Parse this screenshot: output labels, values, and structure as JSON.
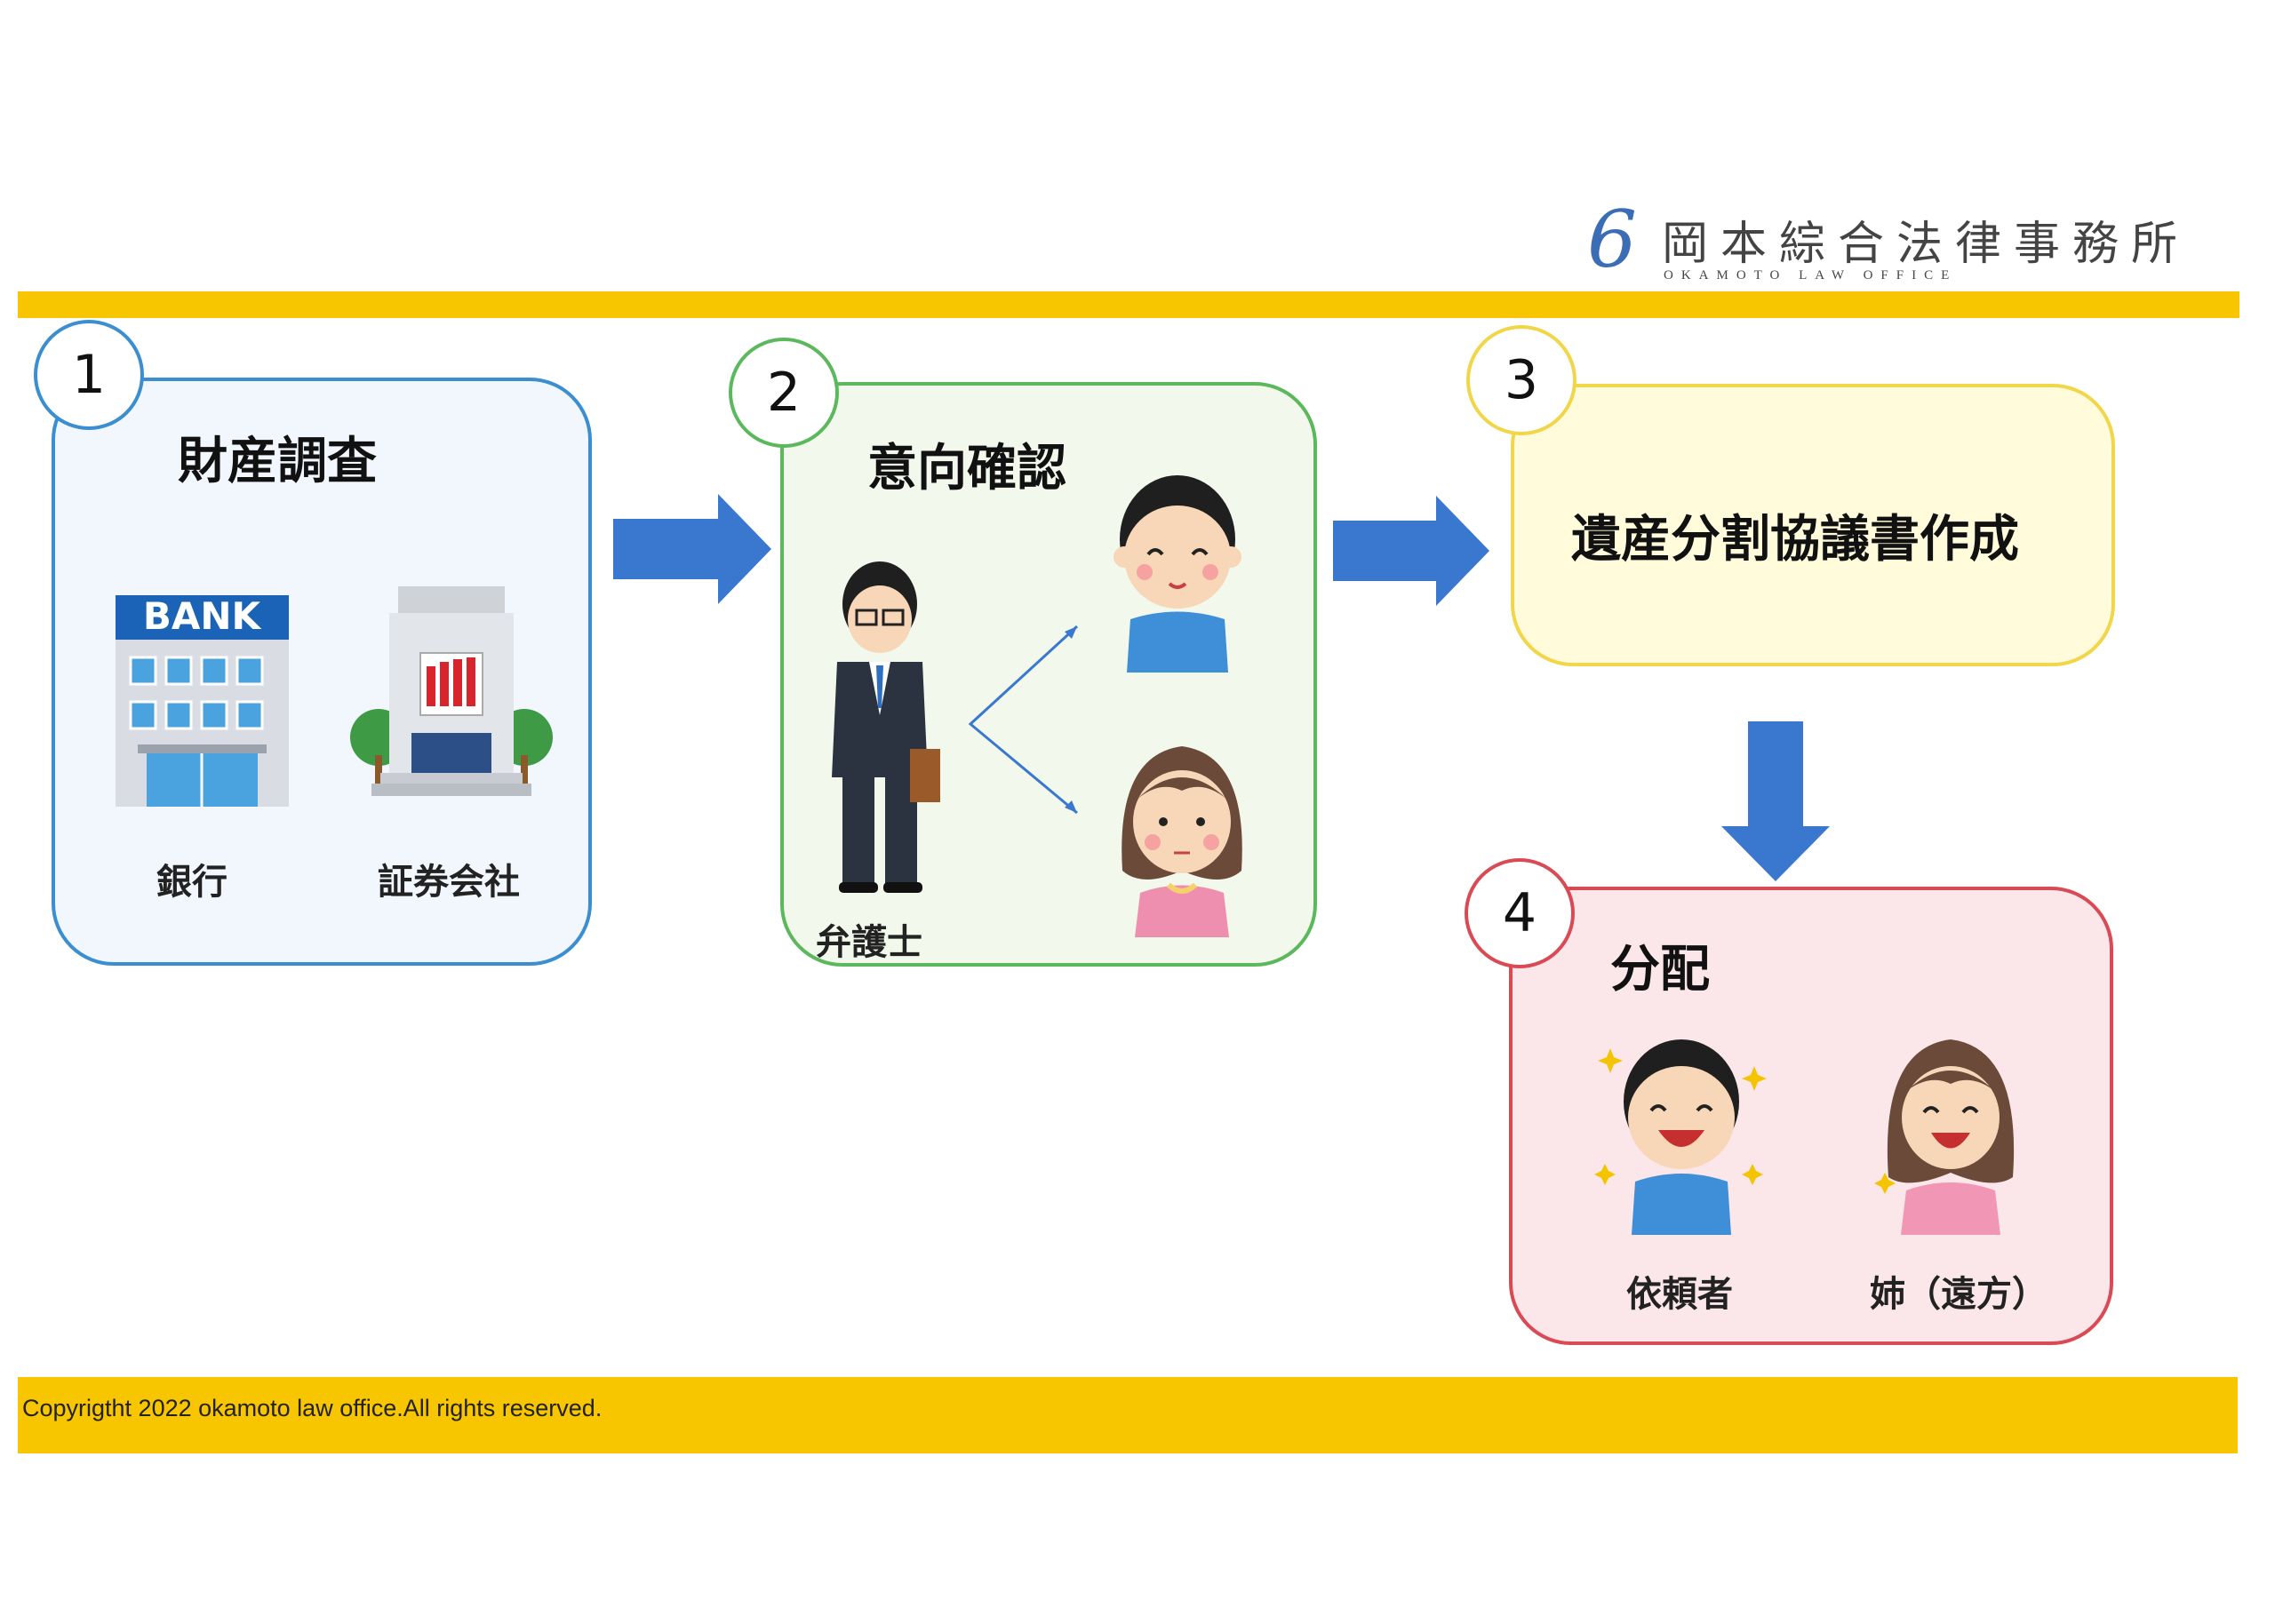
{
  "header": {
    "logo_symbol": "6",
    "firm_name": "岡本綜合法律事務所",
    "firm_name_en": "OKAMOTO LAW OFFICE"
  },
  "steps": [
    {
      "number": "1",
      "title": "財産調査",
      "color": "#3b8fd0",
      "items": [
        {
          "icon": "bank-building-icon",
          "label": "銀行",
          "sign": "BANK"
        },
        {
          "icon": "securities-building-icon",
          "label": "証券会社"
        }
      ]
    },
    {
      "number": "2",
      "title": "意向確認",
      "color": "#5cb85c",
      "items": [
        {
          "icon": "lawyer-icon",
          "label": "弁護士"
        },
        {
          "icon": "man-icon"
        },
        {
          "icon": "woman-icon"
        }
      ]
    },
    {
      "number": "3",
      "title": "遺産分割協議書作成",
      "color": "#f2d64a"
    },
    {
      "number": "4",
      "title": "分配",
      "color": "#d94a55",
      "items": [
        {
          "icon": "happy-man-icon",
          "label": "依頼者"
        },
        {
          "icon": "happy-woman-icon",
          "label": "姉（遠方）"
        }
      ]
    }
  ],
  "colors": {
    "accent_bar": "#f7c600",
    "arrow": "#3a78cf"
  },
  "footer": {
    "copyright": "Copyrigtht 2022 okamoto law office.All rights reserved."
  }
}
